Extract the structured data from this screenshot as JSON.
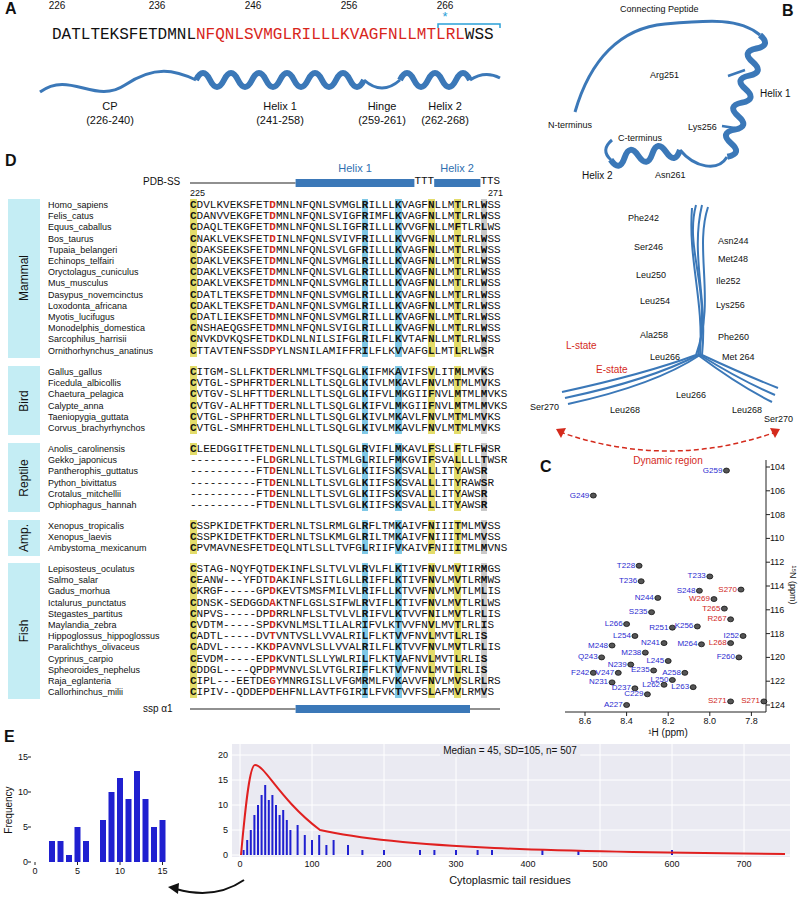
{
  "diagram": {
    "nodes": [
      {
        "text": [
          "Mammal"
        ]
      },
      {
        "text": [
          "Bird"
        ]
      },
      {
        "text": [
          "Reptile"
        ]
      },
      {
        "text": [
          "Amp."
        ]
      },
      {
        "text": [
          "Fish"
        ]
      }
    ],
    "labels": [
      "A",
      "226",
      "236",
      "246",
      "256",
      "266",
      "*",
      "DATLTEKSFETDMNL",
      "NFQNLSVMGLRILLLKVAGFNLLMTLRL",
      "WSS",
      "CP",
      "(226-240)",
      "Helix 1",
      "(241-258)",
      "Hinge",
      "(259-261)",
      "Helix 2",
      "(262-268)",
      "B",
      "Connecting Peptide",
      "Arg251",
      "Helix 1",
      "Lys256",
      "N-terminus",
      "C-terminus",
      "Helix 2",
      "Asn261",
      "Phe242",
      "Ser246",
      "Asn244",
      "Met248",
      "Leu250",
      "Ile252",
      "Leu254",
      "Lys256",
      "Ala258",
      "Phe260",
      "L-state",
      "Met 264",
      "E-state",
      "Leu266",
      "Leu266",
      "Leu268",
      "Leu268",
      "Ser270",
      "Ser270",
      "Dynamic region",
      "C",
      "104",
      "106",
      "108",
      "110",
      "112",
      "114",
      "116",
      "118",
      "120",
      "122",
      "124",
      "¹⁵N (ppm)",
      "8.6",
      "8.4",
      "8.2",
      "8.0",
      "7.8",
      "¹H (ppm)",
      "G259",
      "G249",
      "T228",
      "T236",
      "T233",
      "S248",
      "W269",
      "S270",
      "N244",
      "T265",
      "S235",
      "R267",
      "L266",
      "R251",
      "K256",
      "L254",
      "I252",
      "N241",
      "M248",
      "L268",
      "M264",
      "Q243",
      "M238",
      "F260",
      "N239",
      "L245",
      "F242",
      "V247",
      "E235",
      "A258",
      "L250",
      "N231",
      "D237",
      "L262",
      "L263",
      "C229",
      "A227",
      "S271",
      "S271",
      "D",
      "PDB-SS",
      "Helix 1",
      "Helix 2",
      "TTT",
      "TTS",
      "225",
      "271",
      "Homo_sapiens",
      "CDVLKVEKSFETDMNLNFQNLSVMGLRILLLKVAGFNLLMTLRLWSS",
      "Felis_catus",
      "CDANVVEKGFETDMNLNFQNLSVIGFRIMFLKVAGFNLLMTLRLWSS",
      "Equus_caballus",
      "CDAQLTEKGFETDMNLNFQNLSLIGFRILLLKVVGFNLLMFTLRLWS",
      "Bos_taurus",
      "CNAKLVEKSFETDINLNFQNLSVIVFRILLLKVVGFNLLMTLRLWSS",
      "Tupaia_belangeri",
      "CDAKSEEKSFETDMNLNFQNLSVLGFRILLLKVAGFNLLMTLRLWSS",
      "Echinops_telfairi",
      "CDAKLVEKSFETDMNLNFQNLSVMGLRILLLKVAGFNLLMTLRLWSS",
      "Oryctolagus_cuniculus",
      "CDAKLVEKSFETDMNLNFQNLSVLGLRILLLKVAGFNLLMTLRLWSS",
      "Mus_musculus",
      "CDAKLVEKSFETDMNLNFQNLSVMGLRILLLKVAGFNLLMTLRLWSS",
      "Dasypus_novemcinctus",
      "CDATLTEKSFETDMNLNFQNLSVMGLRILLLKVAGFNLLMTLRLWSS",
      "Loxodonta_africana",
      "CDAKLTEKSFETDANLNFQNLSVMGLRILLLKVAGFNLLMTLRLWSS",
      "Myotis_lucifugus",
      "CDATLIEKSFETDMNLNFQNLSVMGLRILLLKVAGFNLLMTLRLWSS",
      "Monodelphis_domestica",
      "CNSHAEQGSFETDMNLNFQNLSVIGLRILLLKVAGFNLLMTLRLWSS",
      "Sarcophilus_harrisii",
      "CNVKDVKQSFETDKDLNLNILSIFGLRILFLKVTAFNLLMTLRLWSS",
      "Ornithorhynchus_anatinus",
      "CTTAVTENFSSDPYLNSNILAMIFFRILFLKVVAFGLLMTLRLWSR",
      "Gallus_gallus",
      "CITGM-SLLFKTDERLNMLTFSQLGLKIFMKAVIFSVLITMLMVKS",
      "Ficedula_albicollis",
      "CVTGL-SPHFRTDERLNLLTLSQLGLKIVLMKAVLFNVLMTMLMVKS",
      "Chaetura_pelagica",
      "CVTGV-SLHFTTDERLNLLTLSQLGLKIFVLMKGIIFNVLMTMLMVKS",
      "Calypte_anna",
      "CVTGV-ALHFTTDERLNLLTLSQLGLKIFVLMKGIIFNVLMTMLMVKS",
      "Taeniopygia_guttata",
      "CVTGL-SPHFRTDERLNLLTLSQLGLKIVLMKAVLFNVLMTMLMVKS",
      "Corvus_brachyrhynchos",
      "CVTGL-SMHFRTDEHLNLLTLSQLGLKIVLMKAVLFNVLMTMLMVKS",
      "Anolis_carolinensis",
      "CLEEDGGITFETDENLNLLTLSQLGLRVIFLMKAVLFSLLFTLFWSR",
      "Gekko_japonicus",
      "----------FLDGRLNLLTLSTMLGLRILFMKGVIFSVALLLLTWSR",
      "Pantherophis_guttatus",
      "----------FTDENLNLLTLSVLGLKIIFSKSVALLLITYAWSR",
      "Python_bivittatus",
      "----------FTDENLNLLTLSVLGLKIIFSKSVALLLITYRAWSR",
      "Crotalus_mitchellii",
      "----------FTDENLNLLTLSVLGLKIIFSKSVALLLITYAWSR",
      "Ophiophagus_hannah",
      "----------FTDENLNLLTLSVLGLKIIFSKSVALLLITYAWSR",
      "Xenopus_tropicalis",
      "CSSPKIDETFKTDERLNLTSLRMLGLRFLTMKAIVFNIIITMLMVSS",
      "Xenopus_laevis",
      "CSSPKIDETFKTDERLNLTSLKMLGLRILTMKAIVFNIIITMLMVSS",
      "Ambystoma_mexicanum",
      "CPVMAVNESFETDEQLNTLSLLTVFGLRIIFVKAIVFNIIITMLMVNS",
      "Lepisosteus_oculatus",
      "CSTAG-NQYFQTDEKINFLSLTVLVLRVLFLKTIVFNVLMVTIRMGS",
      "Salmo_salar",
      "CEANW---YFDTDAKINFLSITLGLLRIFFLKTIVFNVLMVTLRMWS",
      "Gadus_morhua",
      "CKRGF-----GPDKEVTSMSFMILVLRIFLLKTVVFNVLMVTLMLIS",
      "Ictalurus_punctatus",
      "CDNSK-SEDGGDAKTNFLGSLSIFWLRVIFLKTIVFNVLMVTLRLWS",
      "Stegastes_partitus",
      "CNPVS-----DPDRRLNFLSLTVLVLRIFVLKTVVFNILMVTLRLIS",
      "Maylandia_zebra",
      "CVDTM-----SPDKVNLMSLTILALRIFVLKTVVFNVLMVTLRLIS",
      "Hippoglossus_hippoglossus",
      "CADTL-----DVTVNTVSLLVVALRILFLKTVVFNVLMVTLRLIS",
      "Paralichthys_olivaceus",
      "CADVL-----KKDPAVNVLSLLVVALRILFLKTVVFNVLMVTLRLIS",
      "Cyprinus_carpio",
      "CEVDM-----EPDKVNTLSLLYWLRILFLKTVAFNVLMVTLRLIS",
      "Spheoroides_nephelus",
      "CDDGL----QPDPMVNVLSLVTGLRIFFLKTVVFNVLMVTLRLIS",
      "Raja_eglanteria",
      "CIPL---EETDEGYMNRGISLLVFGMRMLFVKAVVFNVLMVSLRLRS",
      "Callorhinchus_milii",
      "CIPIV--QDDEPDEHFNLLAVTFGIRILFVKTVVFSLAFMVLRMVS",
      "ssp α1",
      "E",
      "Frequency",
      "15",
      "10",
      "5",
      "0",
      "0",
      "5",
      "10",
      "15",
      "Median = 45, SD=105, n= 507",
      "0",
      "5",
      "10",
      "15",
      "20",
      "0",
      "100",
      "200",
      "300",
      "400",
      "500",
      "600",
      "700",
      "Cytoplasmic tail residues"
    ]
  }
}
